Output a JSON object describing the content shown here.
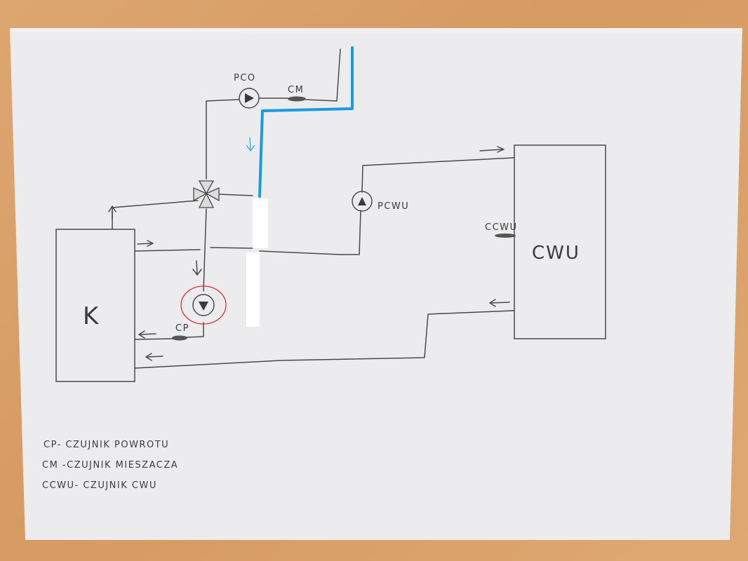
{
  "labels": {
    "boiler": "K",
    "tank": "CWU",
    "pump_co": "PCO",
    "pump_cwu": "PCWU",
    "sensor_mixer": "CM",
    "sensor_return": "CP",
    "sensor_cwu": "CCWU"
  },
  "legend": [
    "CP- CZUJNIK POWROTU",
    "CM -CZUJNIK MIESZACZA",
    "CCWU- CZUJNIK CWU"
  ],
  "colors": {
    "pencil": "#4a4a4a",
    "paper": "#ececee",
    "highlight_line": "#1a9be0",
    "highlight_circle": "#e03030",
    "redaction": "#ffffff"
  }
}
